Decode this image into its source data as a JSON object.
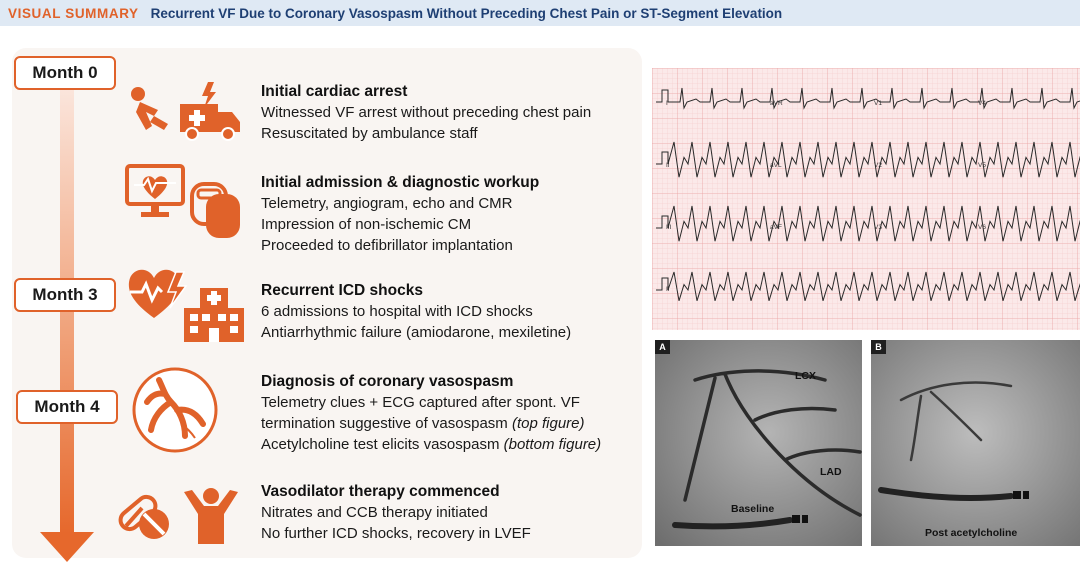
{
  "header": {
    "tag": "VISUAL SUMMARY",
    "title": "Recurrent VF Due to Coronary Vasospasm Without Preceding Chest Pain or ST-Segment Elevation"
  },
  "timeline": {
    "months": [
      "Month 0",
      "Month 3",
      "Month 4"
    ]
  },
  "events": [
    {
      "heading": "Initial cardiac arrest",
      "icons": [
        "collapsed-person-icon",
        "ambulance-icon"
      ],
      "lines": [
        "Witnessed VF arrest without preceding chest pain",
        "Resuscitated by ambulance staff"
      ]
    },
    {
      "heading": "Initial admission & diagnostic workup",
      "icons": [
        "heart-monitor-icon",
        "defibrillator-device-icon"
      ],
      "lines": [
        "Telemetry, angiogram, echo and CMR",
        "Impression of non-ischemic CM",
        "Proceeded to defibrillator implantation"
      ]
    },
    {
      "heading": "Recurrent ICD shocks",
      "icons": [
        "heart-shock-icon",
        "hospital-icon"
      ],
      "lines": [
        "6 admissions to hospital with ICD shocks",
        "Antiarrhythmic failure (amiodarone, mexiletine)"
      ]
    },
    {
      "heading": "Diagnosis of coronary vasospasm",
      "icons": [
        "coronary-artery-icon"
      ],
      "lines": [
        "Telemetry clues + ECG captured after spont. VF",
        "termination suggestive of vasospasm",
        "Acetylcholine test elicits vasospasm"
      ],
      "italic_suffixes": [
        "",
        "(top figure)",
        "(bottom figure)"
      ]
    },
    {
      "heading": "Vasodilator therapy commenced",
      "icons": [
        "pills-icon",
        "recovered-person-icon"
      ],
      "lines": [
        "Nitrates and CCB therapy initiated",
        "No further ICD shocks, recovery in LVEF"
      ]
    }
  ],
  "ecg": {
    "leads": [
      "I",
      "aVR",
      "V1",
      "V4",
      "II",
      "aVL",
      "V2",
      "V5",
      "III",
      "aVF",
      "V3",
      "V6",
      "II"
    ]
  },
  "angiograms": [
    {
      "tag": "A",
      "labels": [
        "LCX",
        "LAD",
        "Baseline"
      ]
    },
    {
      "tag": "B",
      "labels": [
        "Post acetylcholine"
      ]
    }
  ],
  "colors": {
    "accent": "#e0622a",
    "title": "#1e3f73",
    "header_bg": "#dfe9f4",
    "panel_bg": "#f9f5f2",
    "ecg_bg": "#fbe9e9"
  }
}
